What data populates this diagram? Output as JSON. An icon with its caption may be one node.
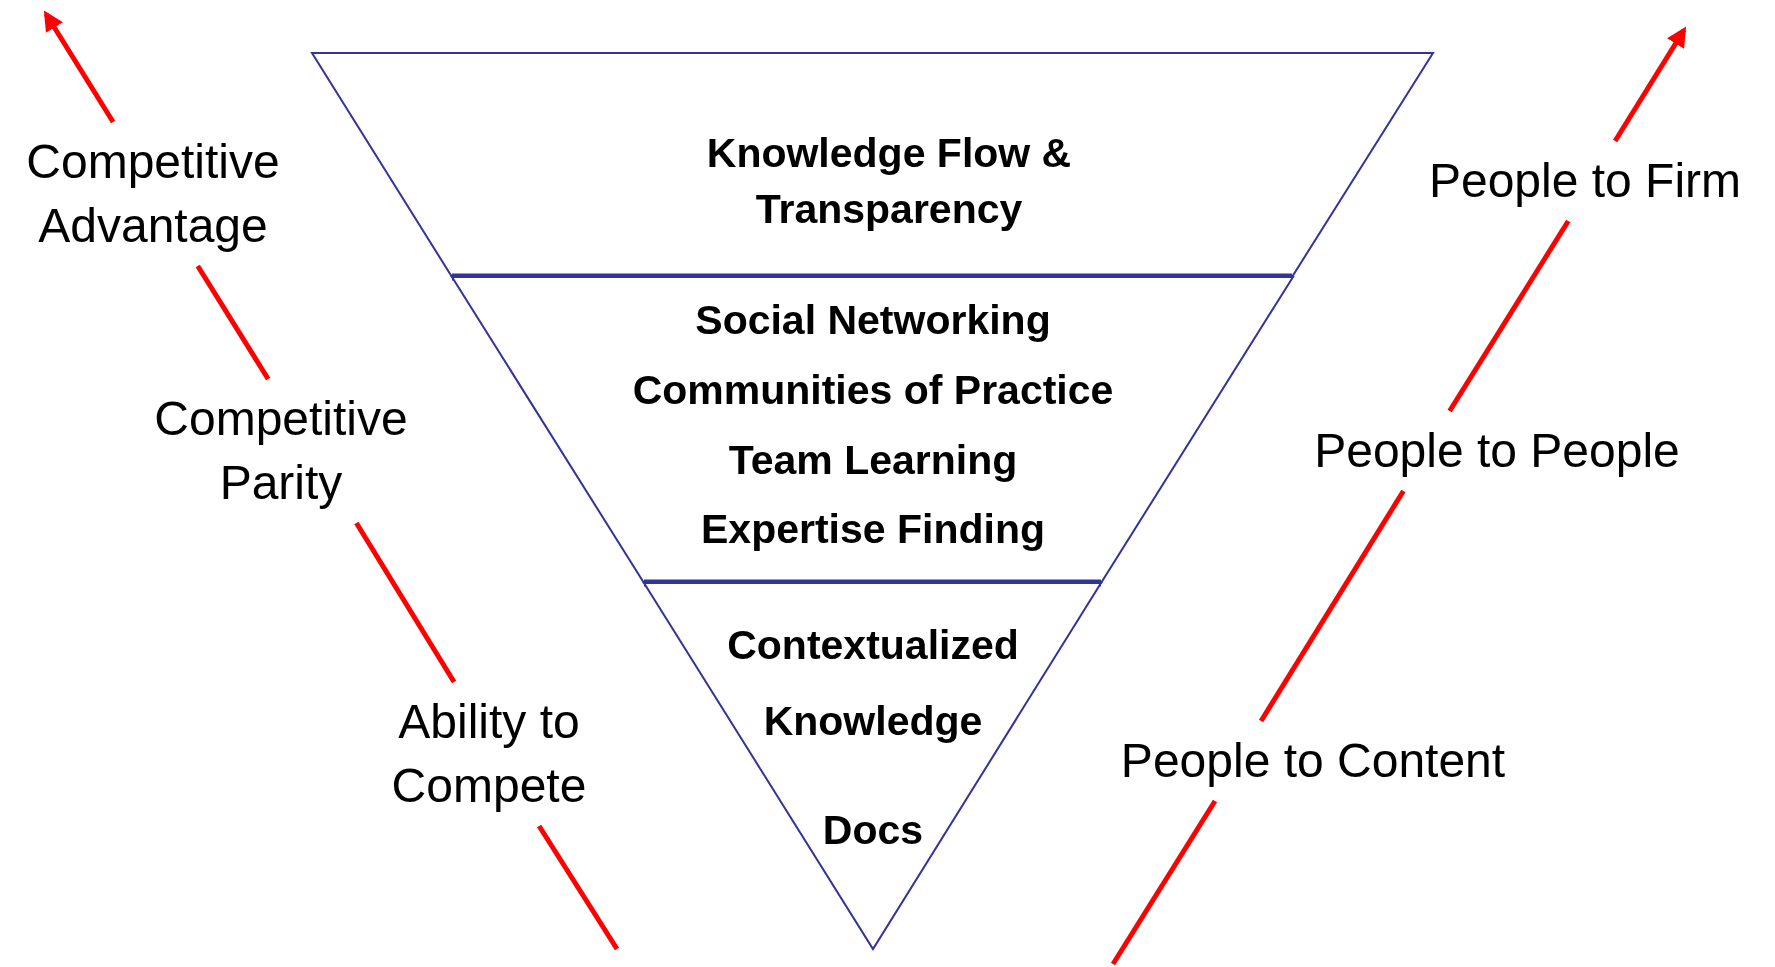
{
  "diagram": {
    "nodes": [
      {
        "text": [
          "Knowledge Flow & Transparency"
        ]
      },
      {
        "text": [
          "Social Networking",
          "Communities of Practice",
          "Team Learning",
          "Expertise Finding"
        ]
      },
      {
        "text": [
          "Contextualized Knowledge",
          "Docs"
        ]
      },
      {
        "text": [
          "Competitive Advantage"
        ]
      },
      {
        "text": [
          "Competitive Parity"
        ]
      },
      {
        "text": [
          "Ability to Compete"
        ]
      },
      {
        "text": [
          "People to Firm"
        ]
      },
      {
        "text": [
          "People to People"
        ]
      },
      {
        "text": [
          "People to Content"
        ]
      }
    ],
    "edges": [
      {
        "from": null,
        "to": 5,
        "arrow": "none",
        "color": "#ff0000"
      },
      {
        "from": 5,
        "to": 4,
        "arrow": "none",
        "color": "#ff0000"
      },
      {
        "from": 4,
        "to": 3,
        "arrow": "none",
        "color": "#ff0000"
      },
      {
        "from": 3,
        "to": null,
        "arrow": "to",
        "color": "#ff0000"
      },
      {
        "from": null,
        "to": 8,
        "arrow": "none",
        "color": "#ff0000"
      },
      {
        "from": 8,
        "to": 7,
        "arrow": "none",
        "color": "#ff0000"
      },
      {
        "from": 7,
        "to": 6,
        "arrow": "none",
        "color": "#ff0000"
      },
      {
        "from": 6,
        "to": null,
        "arrow": "to",
        "color": "#ff0000"
      }
    ]
  }
}
